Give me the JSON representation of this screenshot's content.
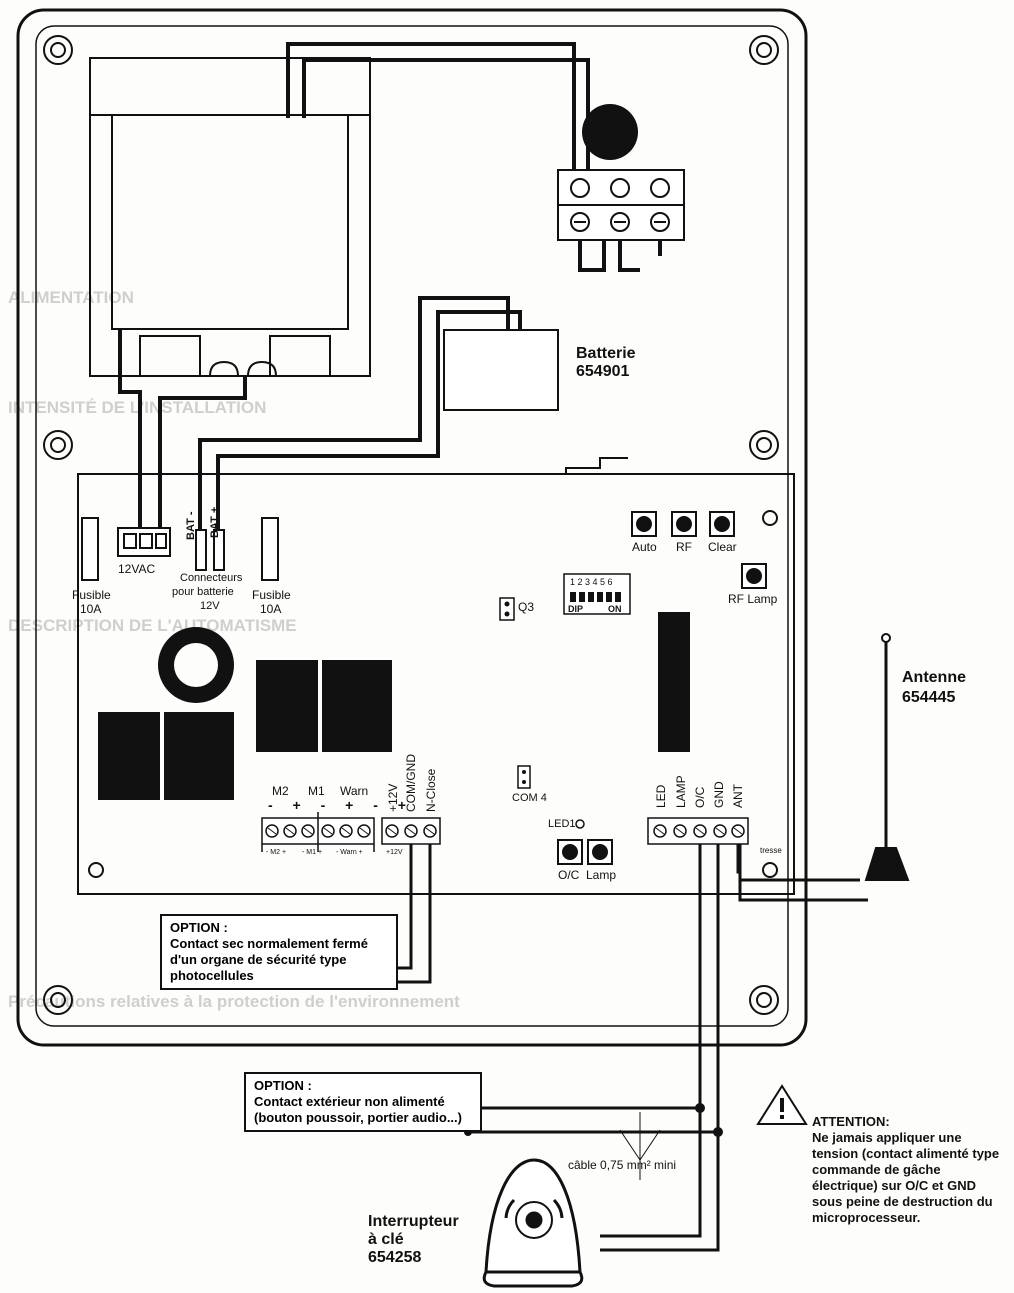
{
  "labels": {
    "battery": {
      "title": "Batterie",
      "code": "654901"
    },
    "antenna": {
      "title": "Antenne",
      "code": "654445"
    },
    "keyswitch": {
      "line1": "Interrupteur",
      "line2": "à clé",
      "code": "654258"
    },
    "connector_12vac": "12VAC",
    "fuse_left": {
      "line1": "Fusible",
      "line2": "10A"
    },
    "fuse_right": {
      "line1": "Fusible",
      "line2": "10A"
    },
    "battery_connectors": {
      "line1": "Connecteurs",
      "line2": "pour batterie",
      "line3": "12V"
    },
    "bat_minus": "BAT -",
    "bat_plus": "BAT +",
    "q3": "Q3",
    "dip": "DIP",
    "dip_on": "ON",
    "dip_numbers": "1 2 3 4 5 6",
    "buttons": {
      "auto": "Auto",
      "rf": "RF",
      "clear": "Clear",
      "rf_lamp": "RF Lamp",
      "oc": "O/C",
      "lamp": "Lamp"
    },
    "led1": "LED1",
    "com4": "COM 4",
    "terminals_left": {
      "m2": "M2",
      "m1": "M1",
      "warn": "Warn",
      "m2_small": "- M2 +",
      "m1_small": "- M1 +",
      "warn_small": "- Warn +"
    },
    "terminals_mid": {
      "plus12v": "+12V",
      "comgnd": "COM/GND",
      "nclose": "N-Close",
      "v12_small": "+12V"
    },
    "terminals_right": {
      "led": "LED",
      "lamp": "LAMP",
      "oc": "O/C",
      "gnd": "GND",
      "ant": "ANT",
      "tresse": "tresse"
    },
    "cable": "câble 0,75 mm² mini"
  },
  "option1": {
    "title": "OPTION :",
    "text": "Contact sec normalement fermé d'un organe de sécurité type photocellules"
  },
  "option2": {
    "title": "OPTION :",
    "text": "Contact extérieur non alimenté (bouton poussoir, portier audio...)"
  },
  "attention": {
    "title": "ATTENTION:",
    "text": "Ne jamais appliquer une tension (contact alimenté type commande de gâche électrique) sur O/C et GND sous peine de destruction du microprocesseur."
  },
  "icons": [
    "warning-triangle-icon",
    "antenna-icon",
    "key-switch-icon"
  ]
}
